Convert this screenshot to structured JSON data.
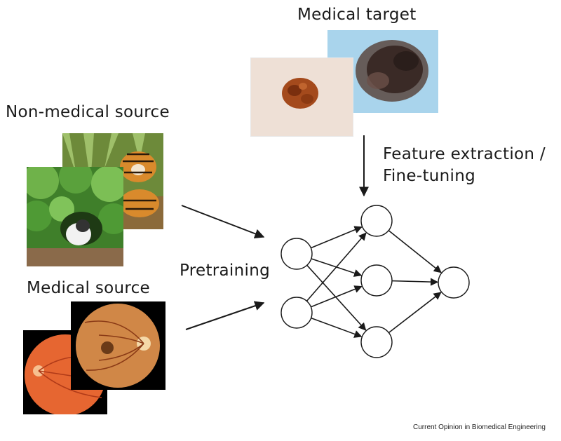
{
  "labels": {
    "medical_target": "Medical target",
    "non_medical_source": "Non-medical source",
    "medical_source": "Medical source",
    "feature_extraction_line1": "Feature extraction /",
    "feature_extraction_line2": "Fine-tuning",
    "pretraining": "Pretraining"
  },
  "footer": "Current Opinion in Biomedical Engineering",
  "colors": {
    "node_stroke": "#1a1a1a",
    "arrow": "#1a1a1a",
    "skin_bg": "#eadbd0",
    "lesion_brown": "#a44a1c",
    "dermoscopy_bg": "#a9d4ec",
    "lesion_dark": "#3a2a26",
    "fundus_orange": "#e0582a",
    "fundus_tan": "#d08a4a",
    "foliage_green": "#4f9a35",
    "grass_green": "#5a8a30",
    "tiger_orange": "#d98a2c"
  },
  "network": {
    "layers": [
      2,
      3,
      1
    ]
  }
}
